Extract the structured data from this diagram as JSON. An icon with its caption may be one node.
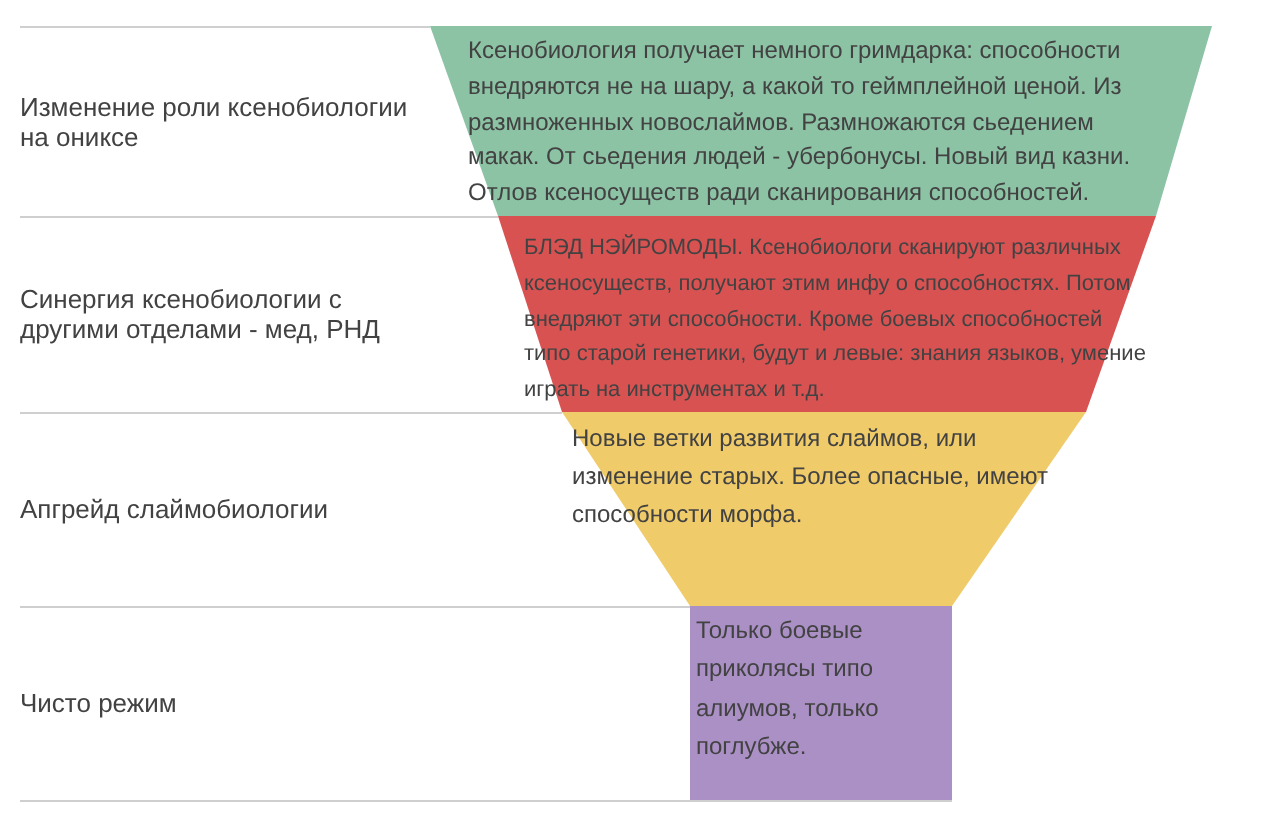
{
  "diagram": {
    "nodes": [
      {
        "text": [
          "Ксенобиология получает немного гримдарка: способности внедряются не на шару, а какой то геймплейной ценой. Из размноженных новослаймов. Размножаются сьедением макак. От сьедения людей - убербонусы. Новый вид казни. Отлов ксеносуществ ради сканирования способностей."
        ]
      },
      {
        "text": [
          "БЛЭД НЭЙРОМОДЫ. Ксенобиологи сканируют различных ксеносуществ, получают этим инфу о способностях. Потом внедряют эти способности. Кроме боевых способностей типо старой генетики, будут и левые: знания языков, умение играть на инструментах и т.д."
        ]
      },
      {
        "text": [
          "Новые ветки развития слаймов, или изменение старых. Более опасные, имеют способности морфа."
        ]
      },
      {
        "text": [
          "Только боевые приколясы типо алиумов, только поглубже."
        ]
      }
    ],
    "labels": [
      "Изменение роли ксенобиологии на ониксе",
      "Синергия ксенобиологии с другими отделами - мед, РНД",
      "Апгрейд слаймобиологии",
      "Чисто режим"
    ]
  }
}
